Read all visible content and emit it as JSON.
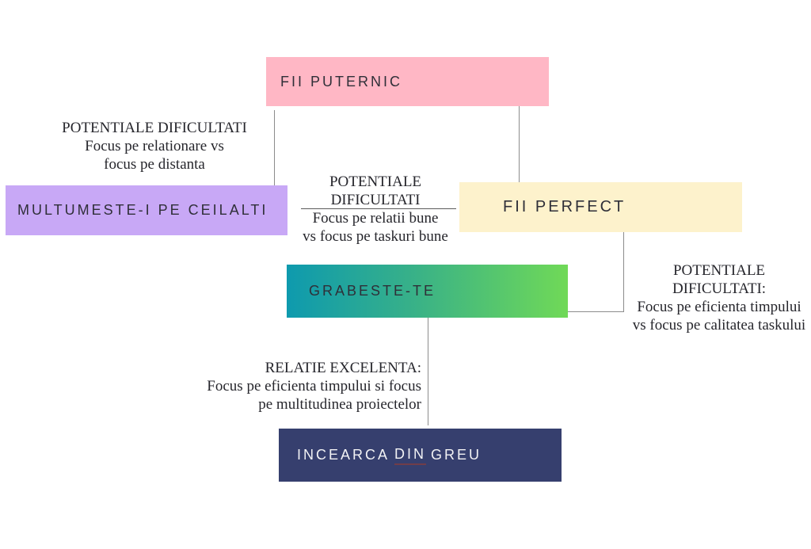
{
  "nodes": {
    "fii_puternic": {
      "label": "FII PUTERNIC"
    },
    "multumeste": {
      "label": "MULTUMESTE-I PE CEILALTI"
    },
    "fii_perfect": {
      "label": "FII PERFECT"
    },
    "grabeste_te": {
      "label": "GRABESTE-TE"
    },
    "incearca": {
      "label_pre": "INCEARCA",
      "label_underlined": "DIN",
      "label_post": "GREU"
    }
  },
  "notes": {
    "left": {
      "line1": "POTENTIALE DIFICULTATI",
      "line2": "Focus pe relationare vs",
      "line3": "focus pe distanta"
    },
    "middle": {
      "line1": "POTENTIALE DIFICULTATI",
      "line2": "Focus pe relatii bune",
      "line3": "vs focus pe taskuri bune"
    },
    "right": {
      "line1": "POTENTIALE DIFICULTATI:",
      "line2": "Focus pe eficienta timpului",
      "line3": "vs focus pe calitatea taskului"
    },
    "bottom": {
      "line1": "RELATIE EXCELENTA:",
      "line2": "Focus pe eficienta timpului si focus",
      "line3": "pe multitudinea proiectelor"
    }
  },
  "palette": {
    "pink": "#ffb7c5",
    "purple": "#c8a8f6",
    "cream": "#fdf2cc",
    "green_gradient_start": "#0e9aae",
    "green_gradient_end": "#70d957",
    "navy": "#363f6e",
    "connector_gray": "#8c8c8c",
    "text_dark": "#2f2f38",
    "text_on_navy": "#f2f2f4",
    "din_underline": "#713d49"
  }
}
